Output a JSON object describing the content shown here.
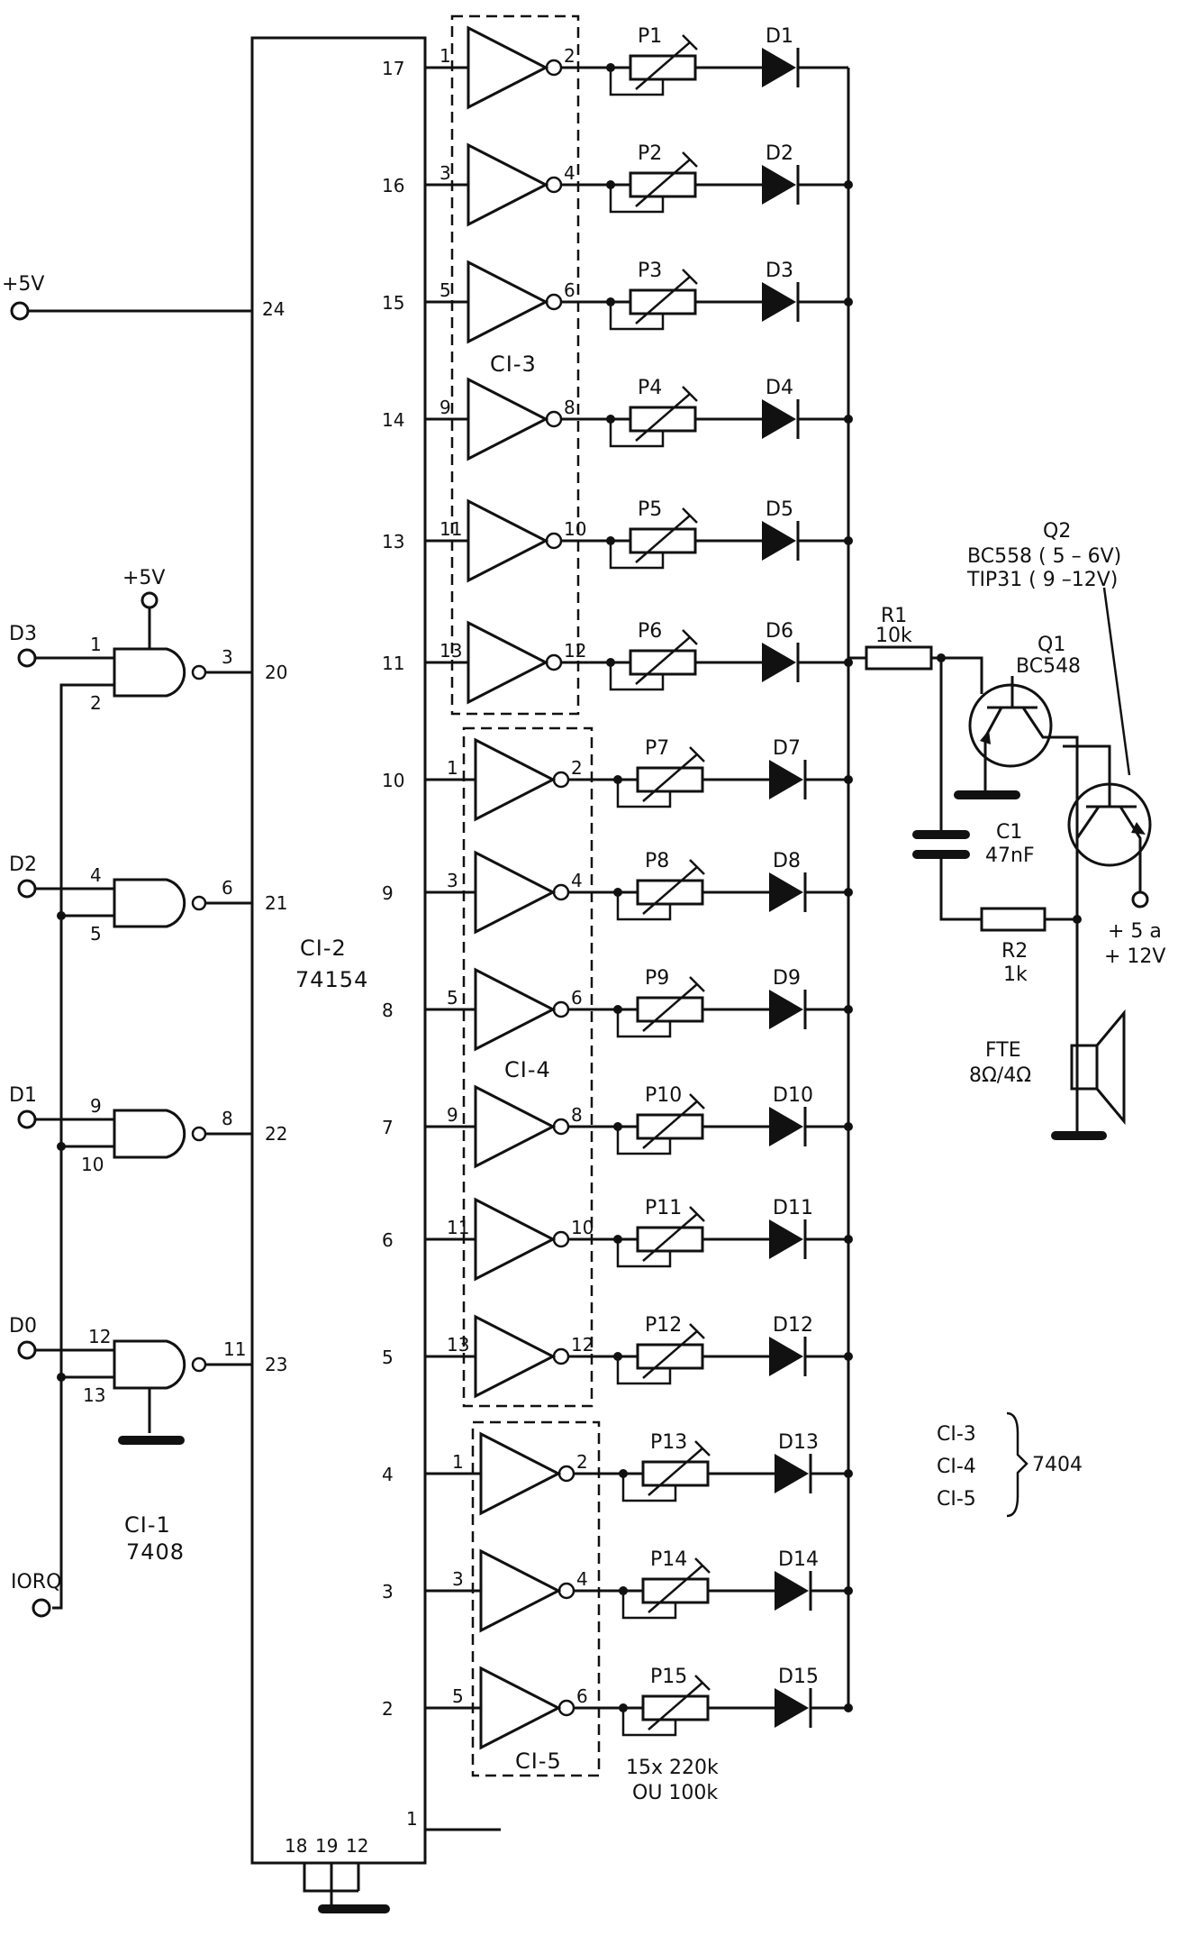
{
  "ic_main": {
    "name": "CI-2",
    "part": "74154"
  },
  "ic_gates": {
    "name": "CI-1",
    "part": "7408"
  },
  "power_in": "+5V",
  "gate_vcc": "+5V",
  "iorq": "IORQ",
  "nand_gates": [
    {
      "input_label": "D3",
      "in1": "1",
      "in2": "2",
      "out": "3",
      "ic_pin": "20"
    },
    {
      "input_label": "D2",
      "in1": "4",
      "in2": "5",
      "out": "6",
      "ic_pin": "21"
    },
    {
      "input_label": "D1",
      "in1": "9",
      "in2": "10",
      "out": "8",
      "ic_pin": "22"
    },
    {
      "input_label": "D0",
      "in1": "12",
      "in2": "13",
      "out": "11",
      "ic_pin": "23"
    }
  ],
  "ic_left_pins": {
    "vcc": "24"
  },
  "ic_bottom_pins": [
    "18",
    "19",
    "12"
  ],
  "ic_pin1": "1",
  "channels": [
    {
      "ic_pin": "17",
      "inv_in": "1",
      "inv_out": "2",
      "pot": "P1",
      "diode": "D1"
    },
    {
      "ic_pin": "16",
      "inv_in": "3",
      "inv_out": "4",
      "pot": "P2",
      "diode": "D2"
    },
    {
      "ic_pin": "15",
      "inv_in": "5",
      "inv_out": "6",
      "pot": "P3",
      "diode": "D3"
    },
    {
      "ic_pin": "14",
      "inv_in": "9",
      "inv_out": "8",
      "pot": "P4",
      "diode": "D4"
    },
    {
      "ic_pin": "13",
      "inv_in": "11",
      "inv_out": "10",
      "pot": "P5",
      "diode": "D5"
    },
    {
      "ic_pin": "11",
      "inv_in": "13",
      "inv_out": "12",
      "pot": "P6",
      "diode": "D6"
    },
    {
      "ic_pin": "10",
      "inv_in": "1",
      "inv_out": "2",
      "pot": "P7",
      "diode": "D7"
    },
    {
      "ic_pin": "9",
      "inv_in": "3",
      "inv_out": "4",
      "pot": "P8",
      "diode": "D8"
    },
    {
      "ic_pin": "8",
      "inv_in": "5",
      "inv_out": "6",
      "pot": "P9",
      "diode": "D9"
    },
    {
      "ic_pin": "7",
      "inv_in": "9",
      "inv_out": "8",
      "pot": "P10",
      "diode": "D10"
    },
    {
      "ic_pin": "6",
      "inv_in": "11",
      "inv_out": "10",
      "pot": "P11",
      "diode": "D11"
    },
    {
      "ic_pin": "5",
      "inv_in": "13",
      "inv_out": "12",
      "pot": "P12",
      "diode": "D12"
    },
    {
      "ic_pin": "4",
      "inv_in": "1",
      "inv_out": "2",
      "pot": "P13",
      "diode": "D13"
    },
    {
      "ic_pin": "3",
      "inv_in": "3",
      "inv_out": "4",
      "pot": "P14",
      "diode": "D14"
    },
    {
      "ic_pin": "2",
      "inv_in": "5",
      "inv_out": "6",
      "pot": "P15",
      "diode": "D15"
    }
  ],
  "inverter_groups": [
    "CI-3",
    "CI-4",
    "CI-5"
  ],
  "pot_note": [
    "15x 220k",
    "OU 100k"
  ],
  "r1": {
    "name": "R1",
    "value": "10k"
  },
  "r2": {
    "name": "R2",
    "value": "1k"
  },
  "c1": {
    "name": "C1",
    "value": "47nF"
  },
  "q1": {
    "name": "Q1",
    "part": "BC548"
  },
  "q2": {
    "name": "Q2",
    "part_a": "BC558 ( 5 – 6V)",
    "part_b": "TIP31 ( 9 –12V)"
  },
  "supply_out": [
    "+ 5 a",
    "+ 12V"
  ],
  "speaker": {
    "name": "FTE",
    "value": "8Ω/4Ω"
  },
  "legend": {
    "items": [
      "CI-3",
      "CI-4",
      "CI-5"
    ],
    "part": "7404"
  }
}
